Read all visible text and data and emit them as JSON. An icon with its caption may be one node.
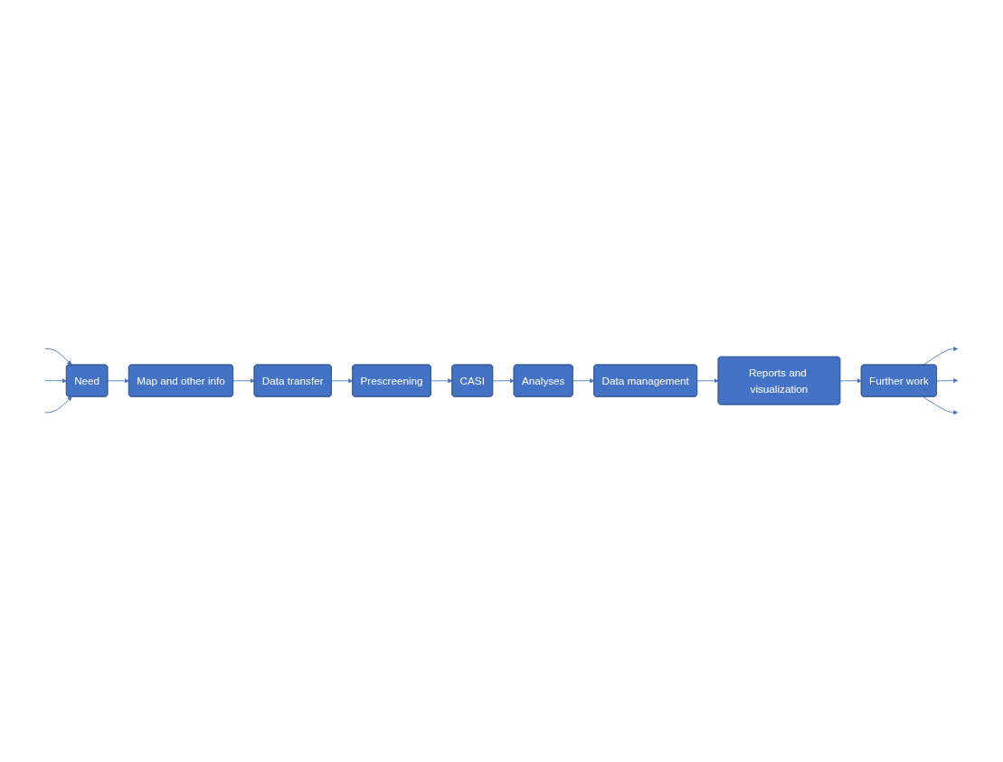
{
  "diagram": {
    "nodes": [
      {
        "text": [
          "Need"
        ]
      },
      {
        "text": [
          "Map and other info"
        ]
      },
      {
        "text": [
          "Data transfer"
        ]
      },
      {
        "text": [
          "Prescreening"
        ]
      },
      {
        "text": [
          "CASI"
        ]
      },
      {
        "text": [
          "Analyses"
        ]
      },
      {
        "text": [
          "Data management"
        ]
      },
      {
        "text": [
          "Reports and visualization"
        ]
      },
      {
        "text": [
          "Further work"
        ]
      }
    ],
    "edges": [
      {
        "from": null,
        "to": 0,
        "arrow": "to"
      },
      {
        "from": null,
        "to": 0,
        "arrow": "to"
      },
      {
        "from": null,
        "to": 0,
        "arrow": "to"
      },
      {
        "from": 0,
        "to": 1,
        "arrow": "to"
      },
      {
        "from": 1,
        "to": 2,
        "arrow": "to"
      },
      {
        "from": 2,
        "to": 3,
        "arrow": "to"
      },
      {
        "from": 3,
        "to": 4,
        "arrow": "to"
      },
      {
        "from": 4,
        "to": 5,
        "arrow": "to"
      },
      {
        "from": 5,
        "to": 6,
        "arrow": "to"
      },
      {
        "from": 6,
        "to": 7,
        "arrow": "to"
      },
      {
        "from": 7,
        "to": 8,
        "arrow": "to"
      },
      {
        "from": 8,
        "to": null,
        "arrow": "to"
      },
      {
        "from": 8,
        "to": null,
        "arrow": "to"
      },
      {
        "from": 8,
        "to": null,
        "arrow": "to"
      }
    ]
  }
}
